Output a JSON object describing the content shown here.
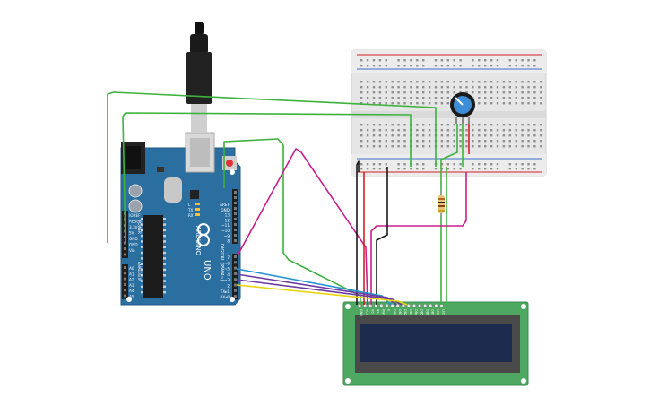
{
  "board": {
    "brand_text": "ARDUINO",
    "model_text": "UNO",
    "digital_label": "DIGITAL (PWM~)",
    "power_label": "POWER",
    "analog_label": "ANALOG IN",
    "top_pin_labels": [
      "AREF",
      "GND",
      "13",
      "12",
      "~11",
      "~10",
      "~9",
      "8"
    ],
    "bottom_pin_labels": [
      "7",
      "~6",
      "~5",
      "4",
      "~3",
      "2",
      "TX▸1",
      "RX◂0"
    ],
    "power_pin_labels": [
      "IOREF",
      "RESET",
      "3.3V",
      "5V",
      "GND",
      "GND",
      "Vin"
    ],
    "analog_pin_labels": [
      "A0",
      "A1",
      "A2",
      "A3",
      "A4",
      "A5"
    ],
    "tx_label": "TX",
    "rx_label": "RX",
    "l_label": "L"
  },
  "lcd": {
    "pin_labels": [
      "GND",
      "VCC",
      "V0",
      "RS",
      "RW",
      "E",
      "DB0",
      "DB1",
      "DB2",
      "DB3",
      "DB4",
      "DB5",
      "DB6",
      "DB7",
      "LED",
      "LED"
    ]
  },
  "colors": {
    "board": "#2b6fa0",
    "breadboard": "#e6e6e6",
    "lcd_pcb": "#4ea862",
    "lcd_screen": "#1d2c4e",
    "wire_green": "#3db23d",
    "wire_magenta": "#c71f8e",
    "wire_red": "#d61f26",
    "wire_black": "#1a1a1a",
    "wire_blue": "#2392d0",
    "wire_purple": "#6b3aa0",
    "wire_yellow": "#e9d30a"
  }
}
